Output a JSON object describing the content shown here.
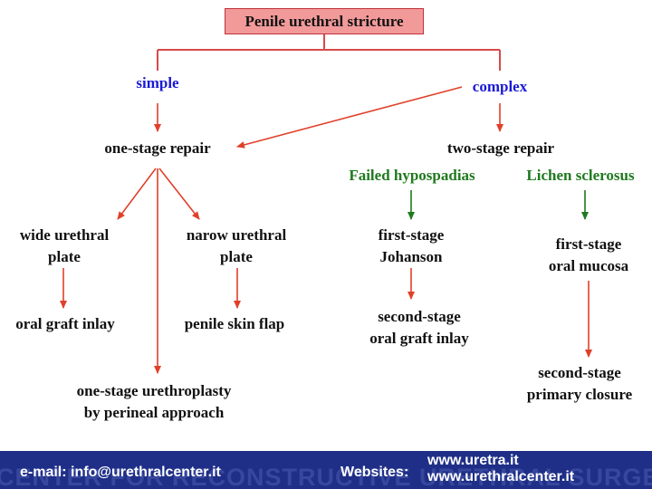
{
  "diagram": {
    "root": "Penile urethral stricture",
    "simple": "simple",
    "complex": "complex",
    "one_stage_repair": "one-stage repair",
    "two_stage_repair": "two-stage repair",
    "wide_plate": [
      "wide urethral",
      "plate"
    ],
    "narow_plate": [
      "narow urethral",
      "plate"
    ],
    "oral_graft_inlay": "oral graft inlay",
    "penile_skin_flap": "penile skin flap",
    "perineal": [
      "one-stage urethroplasty",
      "by perineal approach"
    ],
    "failed_hypospadias": "Failed hypospadias",
    "lichen_sclerosus": "Lichen sclerosus",
    "first_stage_johanson": [
      "first-stage",
      "Johanson"
    ],
    "second_stage_oral_graft": [
      "second-stage",
      "oral graft inlay"
    ],
    "first_stage_oral_mucosa": [
      "first-stage",
      "oral mucosa"
    ],
    "second_stage_primary_closure": [
      "second-stage",
      "primary closure"
    ]
  },
  "footer": {
    "email": "e-mail: info@urethralcenter.it",
    "websites_label": "Websites:",
    "site1": "www.uretra.it",
    "site2": "www.urethralcenter.it",
    "watermark": "CENTER FOR RECONSTRUCTIVE URETHRAL SURGERY"
  },
  "colors": {
    "root_fill": "#f29a9a",
    "arrow_red": "#e0402a",
    "arrow_green": "#1f7a1f",
    "simple_complex_text": "#1a1ad6",
    "category_text": "#1f7a1f",
    "footer_bg": "#1f2f87"
  }
}
